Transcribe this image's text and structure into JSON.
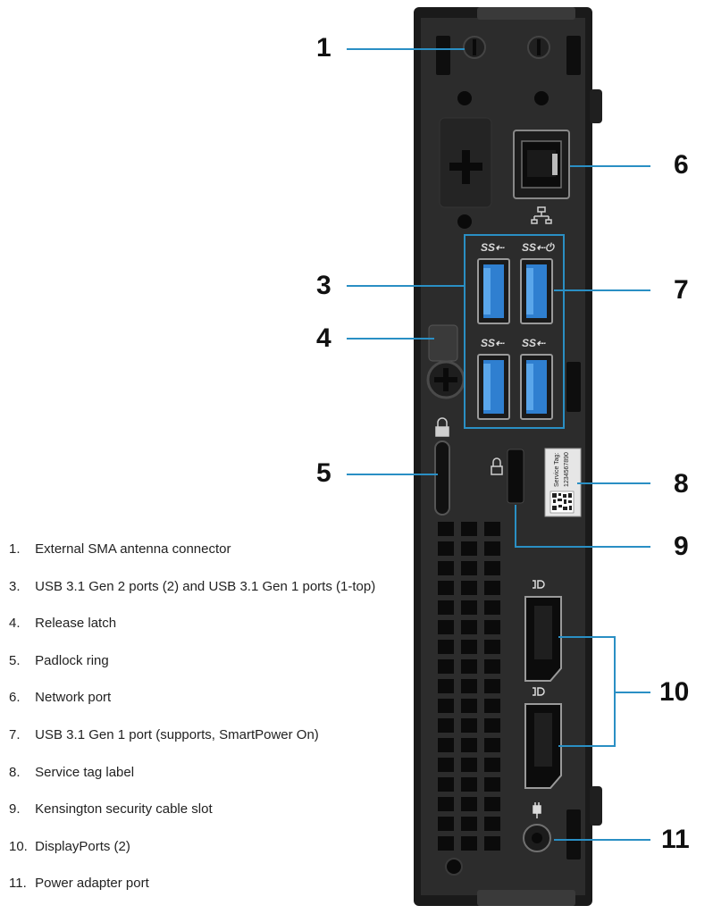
{
  "callouts": {
    "c1": "1",
    "c3": "3",
    "c4": "4",
    "c5": "5",
    "c6": "6",
    "c7": "7",
    "c8": "8",
    "c9": "9",
    "c10": "10",
    "c11": "11"
  },
  "service_tag": {
    "line1": "Service Tag:",
    "line2": "1234567890"
  },
  "legend": [
    {
      "num": "1.",
      "text": "External SMA antenna connector"
    },
    {
      "num": "3.",
      "text": "USB 3.1 Gen 2 ports (2) and USB 3.1 Gen 1 ports (1-top)"
    },
    {
      "num": "4.",
      "text": "Release latch"
    },
    {
      "num": "5.",
      "text": "Padlock ring"
    },
    {
      "num": "6.",
      "text": "Network port"
    },
    {
      "num": "7.",
      "text": "USB 3.1 Gen 1 port (supports, SmartPower On)"
    },
    {
      "num": "8.",
      "text": "Service tag label"
    },
    {
      "num": "9.",
      "text": "Kensington security cable slot"
    },
    {
      "num": "10.",
      "text": "DisplayPorts (2)"
    },
    {
      "num": "11.",
      "text": "Power adapter port"
    }
  ],
  "colors": {
    "chassis": "#1b1b1b",
    "panel": "#2c2c2c",
    "callout_line": "#2a8fc4",
    "usb_blue": "#2f7fd0"
  }
}
